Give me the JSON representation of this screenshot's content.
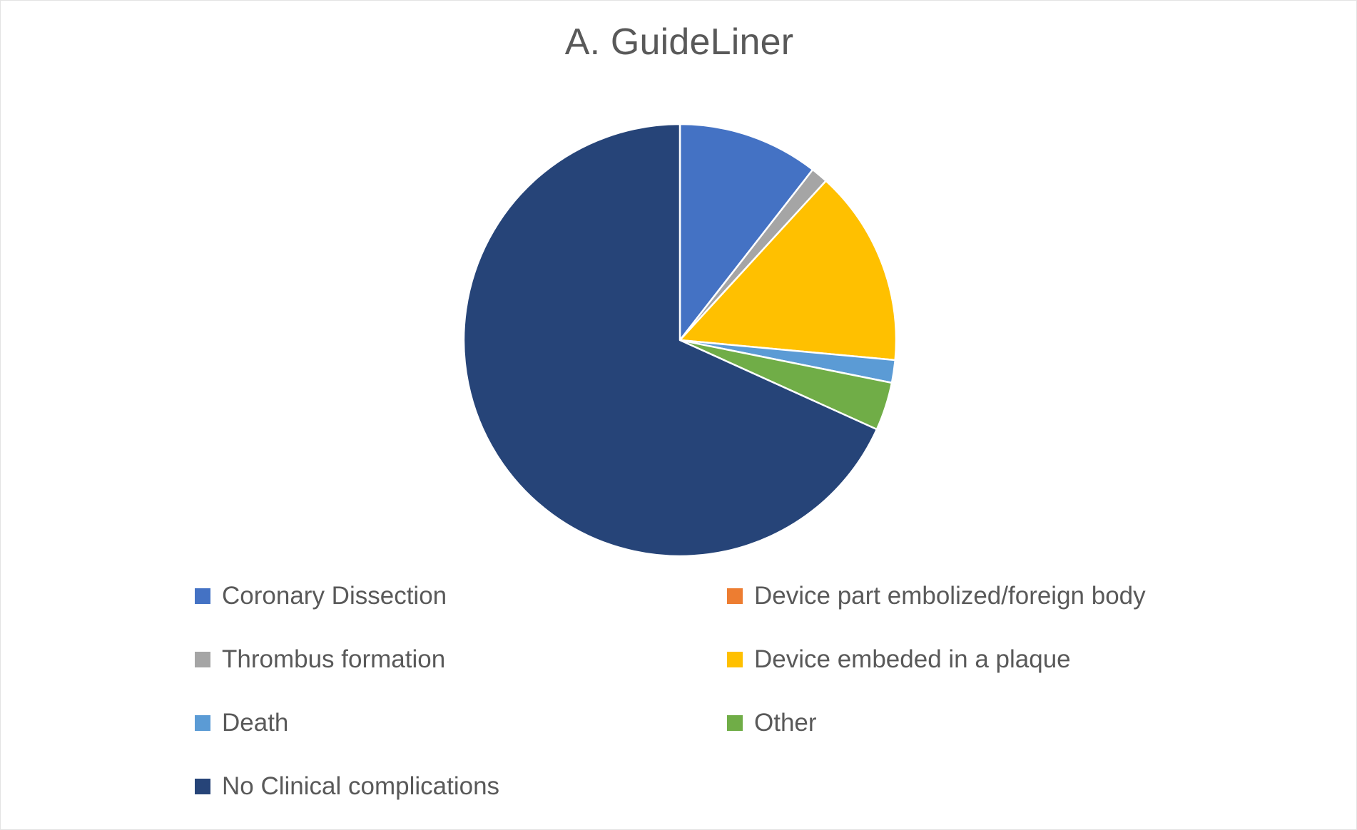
{
  "chart": {
    "title": "A. GuideLiner",
    "title_color": "#595959"
  },
  "legend": {
    "left_column": [
      {
        "label": "Coronary Dissection",
        "color": "#4472C4",
        "swatch_name": "legend-swatch-coronary-dissection"
      },
      {
        "label": "Thrombus formation",
        "color": "#A5A5A5",
        "swatch_name": "legend-swatch-thrombus-formation"
      },
      {
        "label": "Death",
        "color": "#5B9BD5",
        "swatch_name": "legend-swatch-death"
      },
      {
        "label": "No Clinical complications",
        "color": "#264478",
        "swatch_name": "legend-swatch-no-clinical-complications"
      }
    ],
    "right_column": [
      {
        "label": "Device part embolized/foreign body",
        "color": "#ED7D31",
        "swatch_name": "legend-swatch-device-part-embolized"
      },
      {
        "label": "Device embeded in a plaque",
        "color": "#FFC000",
        "swatch_name": "legend-swatch-device-embeded-plaque"
      },
      {
        "label": "Other",
        "color": "#70AD47",
        "swatch_name": "legend-swatch-other"
      }
    ]
  },
  "chart_data": {
    "type": "pie",
    "title": "A. GuideLiner",
    "xlabel": "",
    "ylabel": "",
    "legend_position": "bottom",
    "grid": false,
    "start_angle_deg": 0,
    "direction": "clockwise",
    "units": "percent",
    "categories": [
      "Coronary Dissection",
      "Device part embolized/foreign body",
      "Thrombus formation",
      "Device embeded in a plaque",
      "Death",
      "Other",
      "No Clinical complications"
    ],
    "values": [
      10.5,
      0,
      1.3,
      14.7,
      1.7,
      3.6,
      68.2
    ],
    "colors": [
      "#4472C4",
      "#ED7D31",
      "#A5A5A5",
      "#FFC000",
      "#5B9BD5",
      "#70AD47",
      "#264478"
    ],
    "slices": [
      {
        "label": "Coronary Dissection",
        "value": 10.5,
        "color": "#4472C4",
        "start_deg": 0.0,
        "end_deg": 37.9
      },
      {
        "label": "Device part embolized/foreign body",
        "value": 0,
        "color": "#ED7D31",
        "start_deg": 37.9,
        "end_deg": 37.9
      },
      {
        "label": "Thrombus formation",
        "value": 1.3,
        "color": "#A5A5A5",
        "start_deg": 37.9,
        "end_deg": 42.5
      },
      {
        "label": "Device embeded in a plaque",
        "value": 14.7,
        "color": "#FFC000",
        "start_deg": 42.5,
        "end_deg": 95.3
      },
      {
        "label": "Death",
        "value": 1.7,
        "color": "#5B9BD5",
        "start_deg": 95.3,
        "end_deg": 101.4
      },
      {
        "label": "Other",
        "value": 3.6,
        "color": "#70AD47",
        "start_deg": 101.4,
        "end_deg": 114.4
      },
      {
        "label": "No Clinical complications",
        "value": 68.2,
        "color": "#264478",
        "start_deg": 114.4,
        "end_deg": 360.0
      }
    ]
  }
}
